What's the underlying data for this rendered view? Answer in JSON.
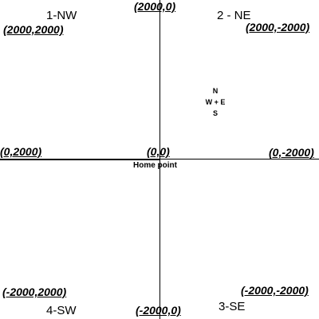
{
  "quadrants": {
    "nw": "1-NW",
    "ne": "2 - NE",
    "se": "3-SE",
    "sw": "4-SW"
  },
  "coords": {
    "top_center": "(2000,0)",
    "top_left": "(2000,2000)",
    "top_right": "(2000,-2000)",
    "middle_left": "(0,2000)",
    "center": "(0,0)",
    "middle_right": "(0,-2000)",
    "bottom_left": "(-2000,2000)",
    "bottom_right": "(-2000,-2000)",
    "bottom_center": "(-2000,0)"
  },
  "home_label": "Home point",
  "compass": {
    "n": "N",
    "row": "W + E",
    "s": "S"
  }
}
